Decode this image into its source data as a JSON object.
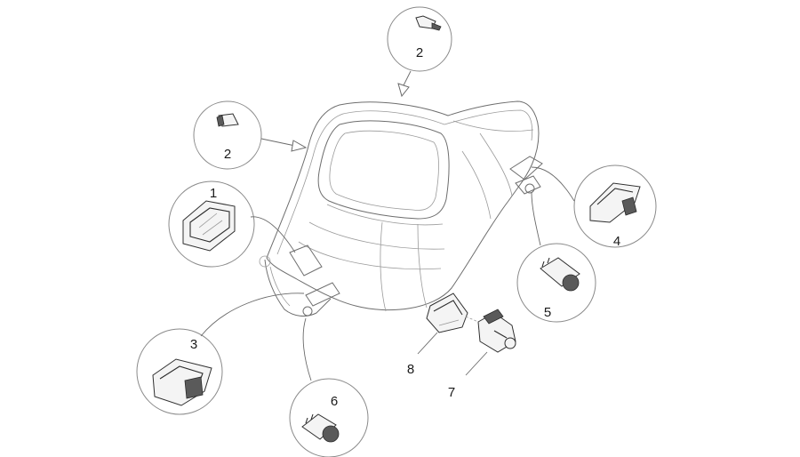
{
  "labels": {
    "p1": "1",
    "p2a": "2",
    "p2b": "2",
    "p3": "3",
    "p4": "4",
    "p5": "5",
    "p6": "6",
    "p7": "7",
    "p8": "8"
  },
  "colors": {
    "line": "#6e6e6e",
    "ink": "#2f2f2f",
    "background": "#ffffff"
  }
}
